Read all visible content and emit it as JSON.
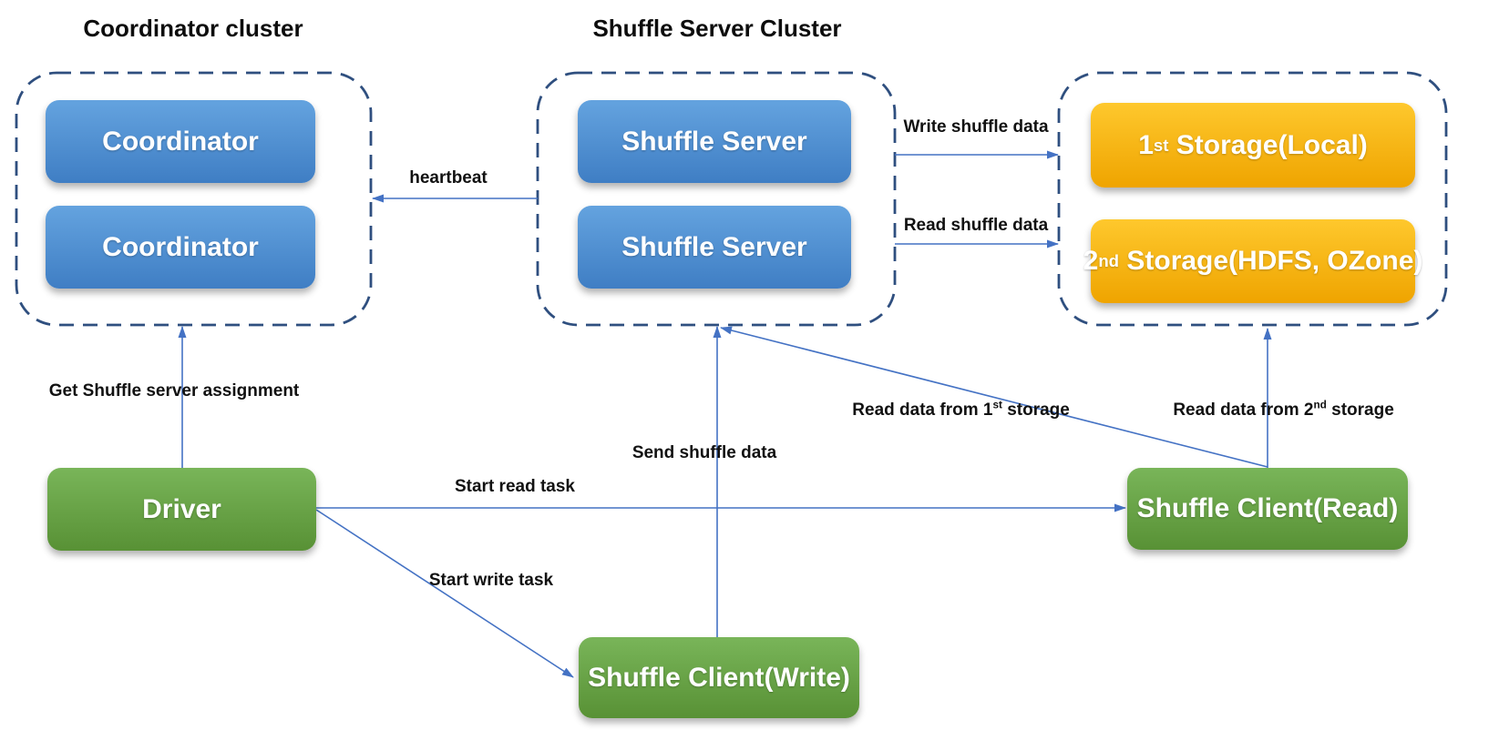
{
  "titles": {
    "coordinator": "Coordinator cluster",
    "shuffle": "Shuffle Server Cluster"
  },
  "nodes": {
    "coordinator1": "Coordinator",
    "coordinator2": "Coordinator",
    "shuffleServer1": "Shuffle Server",
    "shuffleServer2": "Shuffle Server",
    "storage1": {
      "num": "1",
      "sup": "st",
      "rest": " Storage(Local)"
    },
    "storage2": {
      "num": "2",
      "sup": "nd",
      "rest": " Storage(HDFS, OZone)"
    },
    "driver": "Driver",
    "clientWrite": "Shuffle Client(Write)",
    "clientRead": "Shuffle Client(Read)"
  },
  "edges": {
    "heartbeat": "heartbeat",
    "writeShuffleData": "Write shuffle data",
    "readShuffleData": "Read shuffle data",
    "getAssignment": "Get Shuffle server assignment",
    "startReadTask": "Start read task",
    "startWriteTask": "Start write task",
    "sendShuffleData": "Send shuffle data",
    "readFrom1st": {
      "pre": "Read data from 1",
      "sup": "st",
      "rest": " storage"
    },
    "readFrom2nd": {
      "pre": "Read data from 2",
      "sup": "nd",
      "rest": " storage"
    }
  },
  "colors": {
    "background": "#ffffff",
    "arrow-color": "#4472c4",
    "cluster-border-color": "#2f4f7f",
    "node-blue-top": "#64a3df",
    "node-blue-bottom": "#3f7ec4",
    "node-green-top": "#79b559",
    "node-green-bottom": "#589135",
    "node-gold-top": "#fec82d",
    "node-gold-bottom": "#efa400",
    "node-text-color": "#ffffff",
    "label-text-color": "#111111"
  }
}
